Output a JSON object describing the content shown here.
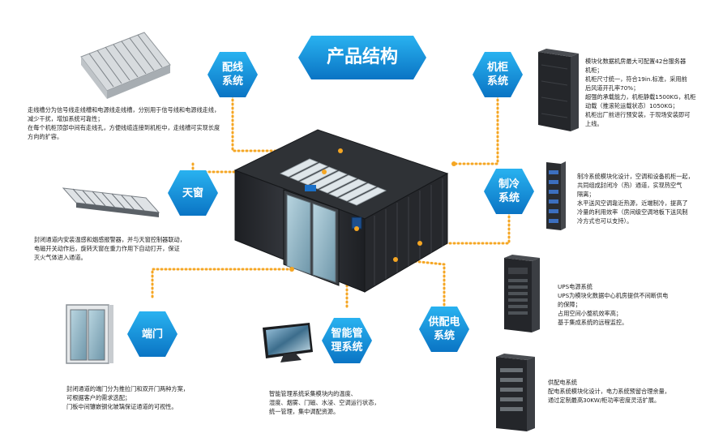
{
  "title": "产品结构",
  "colors": {
    "hex_blue": "#1a9ee3",
    "hex_blue_dark": "#0b78c7",
    "connector": "#f5a623",
    "rack_dark": "#2a2c31",
    "glass": "#8fb6c7"
  },
  "nodes": {
    "wiring": {
      "label": "配线\n系统",
      "desc": "走线槽分为信号线走线槽和电源线走线槽，分别用于信号线和电源线走线，\n减少干扰，增加系统可靠性；\n在每个机柜顶部中间有走线孔，方便线缆连接到机柜中，走线槽可实现长度\n方向的扩容。"
    },
    "cabinet": {
      "label": "机柜\n系统",
      "desc": "模块化数据机房最大可配置42台服务器\n机柜；\n机柜尺寸统一，符合19in.标准，采用前\n后风道开孔率70%；\n超强的承载能力，机柜静载1500KG，机柜\n动载（推滚轮运载状态）1050KG；\n机柜出厂前进行预安装，于现场安装即可\n上线。"
    },
    "skylight": {
      "label": "天窗",
      "desc": "封闭通道内安装温感和烟感报警器，并与天窗控制器联动，\n电磁开关动作后，旋转天窗在重力作用下自动打开，保证\n灭火气体进入通道。"
    },
    "cooling": {
      "label": "制冷\n系统",
      "desc": "制冷系统模块化设计，空调和设备机柜一起，\n共同组成封闭冷（热）通道，实现热空气\n隔离；\n水平送风空调靠近热源，近端制冷，提高了\n冷量的利用效率（房间级空调地板下送风制\n冷方式也可以支持）。"
    },
    "door": {
      "label": "端门",
      "desc": "封闭通道的端门分为推拉门和双开门两种方案，\n可根据客户的需求选配；\n门板中间镶嵌钢化玻璃保证通道的可视性。"
    },
    "management": {
      "label": "智能管\n理系统",
      "desc": "智能管理系统采集模块内的温度、\n湿度、烟雾、门磁、水浸、空调运行状态，\n统一管理，集中调配资源。"
    },
    "power": {
      "label": "供配电\n系统"
    },
    "ups": {
      "desc": "UPS电源系统\nUPS为模块化数据中心机房提供不间断供电\n的保障；\n占用空间小整机效率高；\n基于集成系统的远程监控。"
    },
    "pdu": {
      "desc": "供配电系统\n配电系统模块化设计，电力系统预留合理余量，\n通过定制最高30KW/柜功率密度灵活扩展。"
    }
  }
}
